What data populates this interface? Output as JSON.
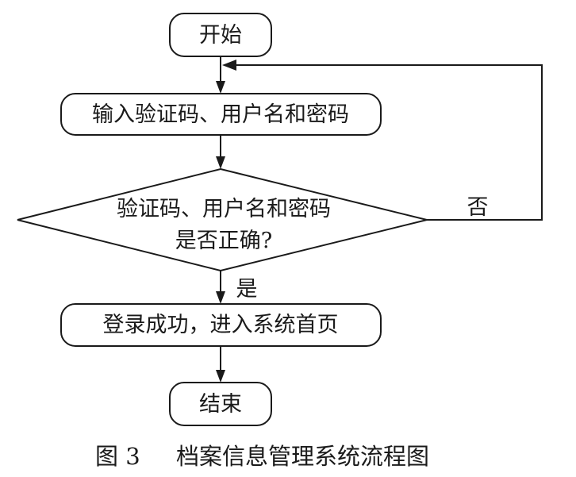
{
  "nodes": {
    "start": "开始",
    "input": "输入验证码、用户名和密码",
    "decision_line1": "验证码、用户名和密码",
    "decision_line2": "是否正确?",
    "success": "登录成功，进入系统首页",
    "end": "结束"
  },
  "edges": {
    "no_label": "否",
    "yes_label": "是"
  },
  "caption": {
    "figure_number": "图 3",
    "title": "档案信息管理系统流程图"
  }
}
